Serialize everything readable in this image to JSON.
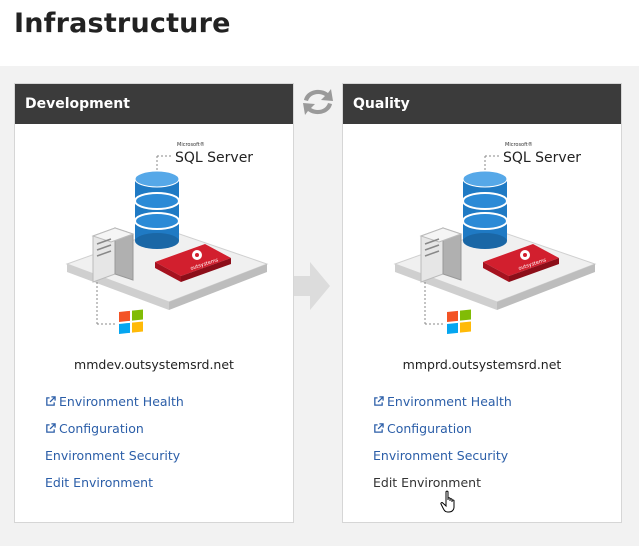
{
  "page": {
    "title": "Infrastructure"
  },
  "environments": [
    {
      "name": "Development",
      "hostname": "mmdev.outsystemsrd.net",
      "db_label": "SQL Server",
      "db_vendor": "Microsoft",
      "links": [
        "Environment Health",
        "Configuration",
        "Environment Security",
        "Edit Environment"
      ]
    },
    {
      "name": "Quality",
      "hostname": "mmprd.outsystemsrd.net",
      "db_label": "SQL Server",
      "db_vendor": "Microsoft",
      "links": [
        "Environment Health",
        "Configuration",
        "Environment Security",
        "Edit Environment"
      ]
    }
  ],
  "icons": [
    "swap-icon",
    "arrow-right-icon",
    "external-link-icon",
    "hand-cursor-icon",
    "database-icon",
    "server-icon",
    "windows-logo-icon"
  ],
  "colors": {
    "header_bg": "#3b3b3b",
    "link": "#2b5ea8",
    "db_blue": "#1f7ac4",
    "platform_red": "#c8102e"
  }
}
